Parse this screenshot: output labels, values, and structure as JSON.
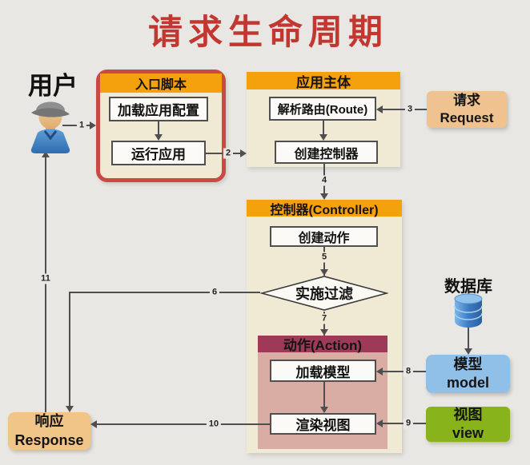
{
  "title": "请求生命周期",
  "user": {
    "label": "用户"
  },
  "entry_script": {
    "header": "入口脚本",
    "steps": [
      "加载应用配置",
      "运行应用"
    ]
  },
  "app_body": {
    "header": "应用主体",
    "steps": [
      "解析路由(Route)",
      "创建控制器"
    ]
  },
  "request": {
    "line1": "请求",
    "line2": "Request"
  },
  "controller": {
    "header": "控制器(Controller)",
    "create_action": "创建动作",
    "filter": "实施过滤",
    "action": {
      "header": "动作(Action)",
      "load_model": "加载模型",
      "render_view": "渲染视图"
    }
  },
  "database": {
    "label": "数据库"
  },
  "model": {
    "line1": "模型",
    "line2": "model"
  },
  "view": {
    "line1": "视图",
    "line2": "view"
  },
  "response": {
    "line1": "响应",
    "line2": "Response"
  },
  "arrows": {
    "a1": "1",
    "a2": "2",
    "a3": "3",
    "a4": "4",
    "a5": "5",
    "a6": "6",
    "a7": "7",
    "a8": "8",
    "a9": "9",
    "a10": "10",
    "a11": "11"
  },
  "colors": {
    "background": "#E9E7E3",
    "title_red": "#C23831",
    "header_orange": "#F5A00D",
    "panel_cream": "#F0EAD4",
    "entry_border_red": "#C94A42",
    "action_header_maroon": "#9E3A58",
    "action_body_pink": "#D9ACA4",
    "request_tan": "#EFC28F",
    "response_tan": "#F1C487",
    "model_blue": "#90BFE8",
    "view_green": "#89B31B",
    "arrow_gray": "#4F4F4F"
  }
}
